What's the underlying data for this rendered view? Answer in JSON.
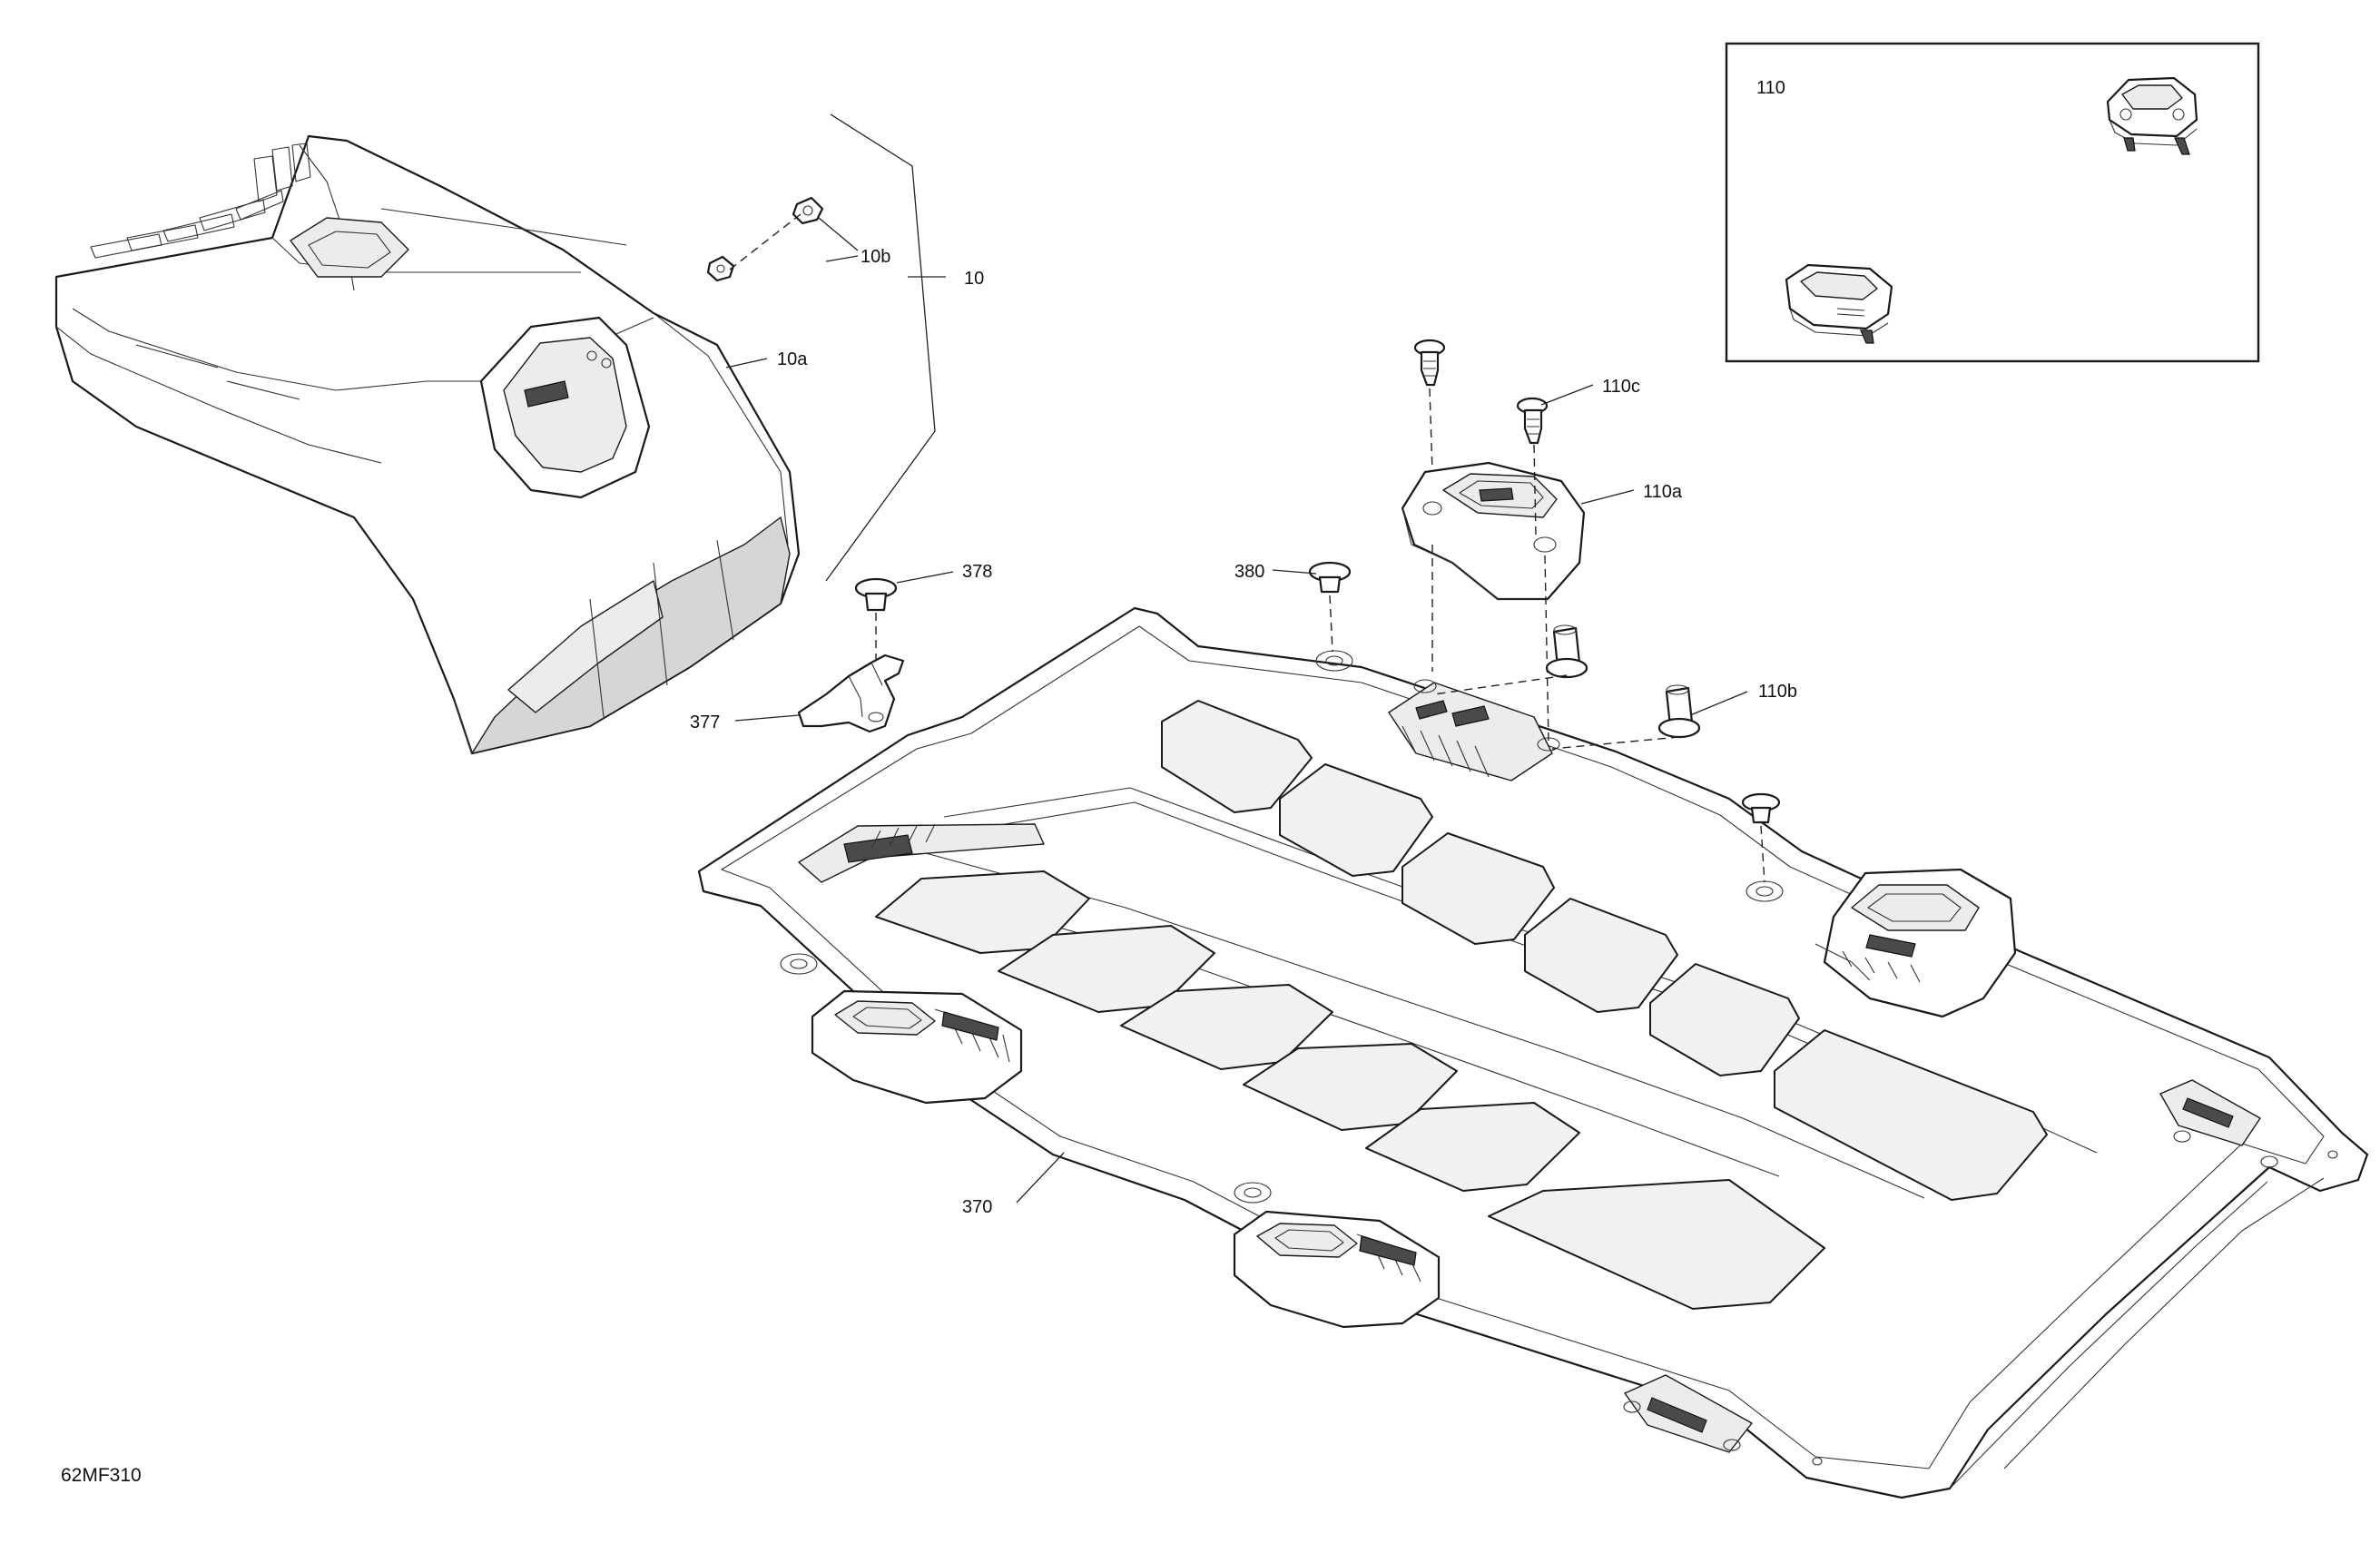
{
  "diagram": {
    "code": "62MF310",
    "callouts": [
      {
        "id": "c-10",
        "text": "10"
      },
      {
        "id": "c-10a",
        "text": "10a"
      },
      {
        "id": "c-10b",
        "text": "10b"
      },
      {
        "id": "c-110",
        "text": "110"
      },
      {
        "id": "c-110a",
        "text": "110a"
      },
      {
        "id": "c-110b",
        "text": "110b"
      },
      {
        "id": "c-110c",
        "text": "110c"
      },
      {
        "id": "c-370",
        "text": "370"
      },
      {
        "id": "c-377",
        "text": "377"
      },
      {
        "id": "c-378",
        "text": "378"
      },
      {
        "id": "c-380",
        "text": "380"
      }
    ]
  }
}
